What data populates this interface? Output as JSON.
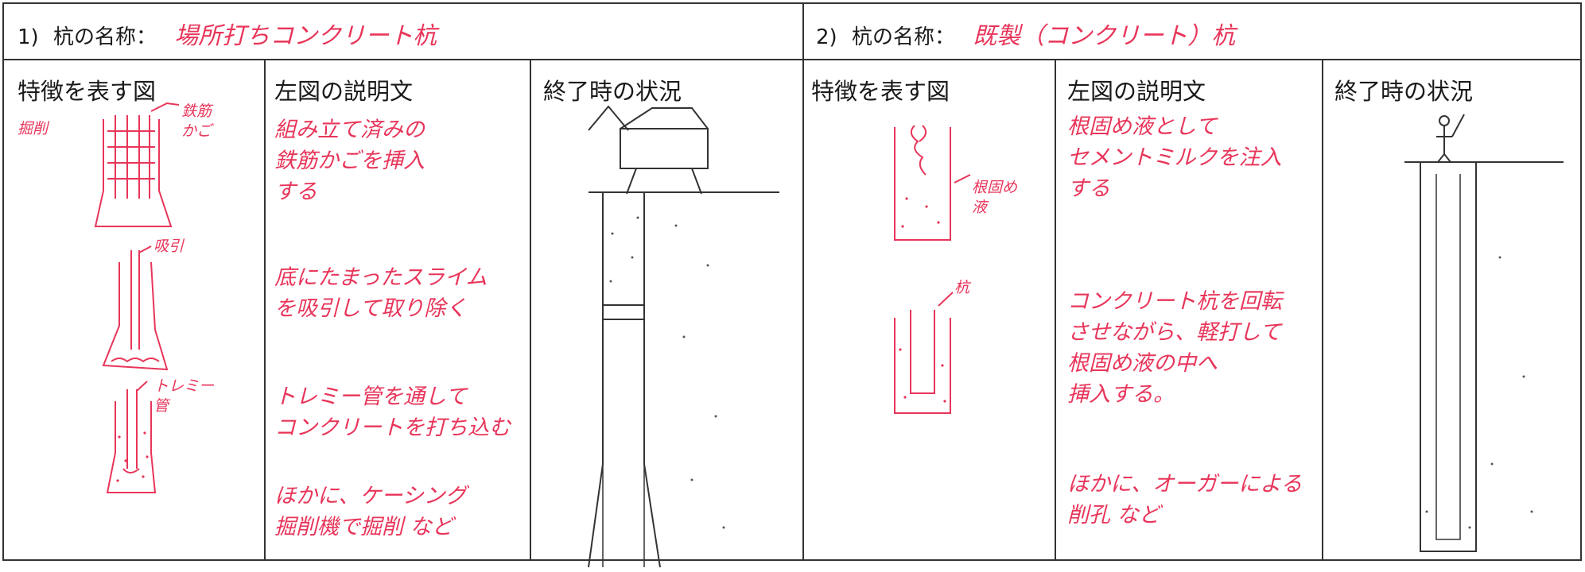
{
  "left": {
    "number": "1)",
    "name_label": "杭の名称：",
    "name_value": "場所打ちコンクリート杭",
    "col_figure": "特徴を表す図",
    "col_desc": "左図の説明文",
    "col_end": "終了時の状況",
    "figure_labels": {
      "drill": "掘削",
      "cage": "鉄筋\nかご",
      "suction": "吸引",
      "tremie": "トレミー\n管"
    },
    "descriptions": [
      "組み立て済みの\n鉄筋かごを挿入\nする",
      "底にたまったスライム\nを吸引して取り除く",
      "トレミー管を通して\nコンクリートを打ち込む",
      "ほかに、ケーシング\n掘削機で掘削 など"
    ]
  },
  "right": {
    "number": "2)",
    "name_label": "杭の名称：",
    "name_value": "既製（コンクリート）杭",
    "col_figure": "特徴を表す図",
    "col_desc": "左図の説明文",
    "col_end": "終了時の状況",
    "figure_labels": {
      "root": "根固め\n液",
      "pile": "杭"
    },
    "descriptions": [
      "根固め液として\nセメントミルクを注入\nする",
      "コンクリート杭を回転\nさせながら、軽打して\n根固め液の中へ\n挿入する。",
      "ほかに、オーガーによる\n削孔 など"
    ]
  },
  "colors": {
    "ink": "#333333",
    "handwriting": "#e8355a"
  }
}
